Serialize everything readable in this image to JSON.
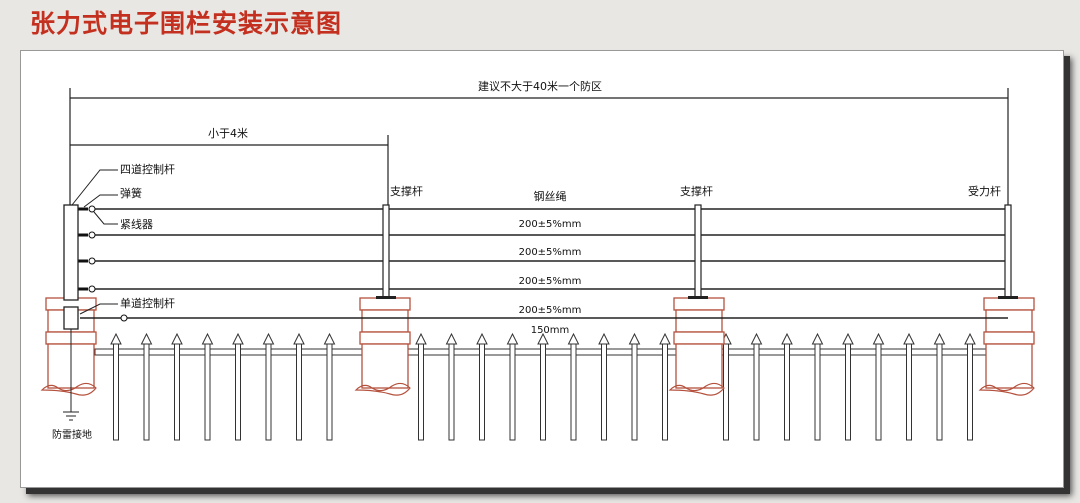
{
  "title": "张力式电子围栏安装示意图",
  "labels": {
    "zone": "建议不大于40米一个防区",
    "spacing_small": "小于4米",
    "four_way_post": "四道控制杆",
    "spring": "弹簧",
    "tensioner": "紧线器",
    "single_post": "单道控制杆",
    "grounding": "防雷接地",
    "support_post": "支撑杆",
    "steel_wire": "钢丝绳",
    "force_post": "受力杆",
    "wire_gap": "200±5%mm",
    "bottom_gap": "150mm"
  },
  "colors": {
    "title": "#c4301f",
    "base": "#b5523e"
  }
}
